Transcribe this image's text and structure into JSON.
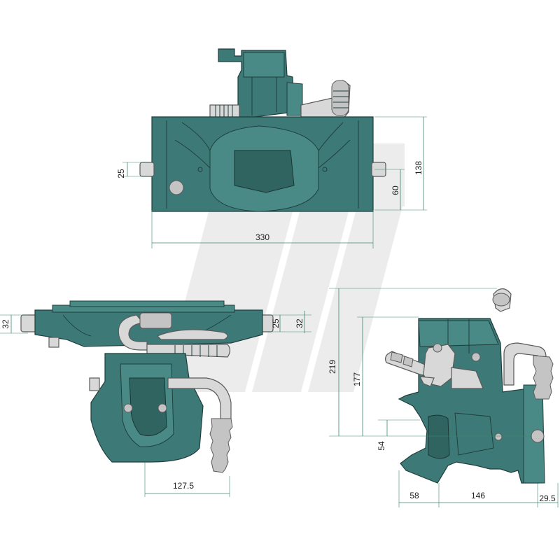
{
  "dimensions": {
    "top_view": {
      "height_from_pin": "25",
      "height_to_center": "60",
      "total_height": "138",
      "total_width": "330"
    },
    "front_view": {
      "left_pin": "32",
      "right_pin_inner": "25",
      "right_pin_outer": "32",
      "offset_width": "127.5"
    },
    "side_view": {
      "total_height": "219",
      "mid_height": "177",
      "low_height": "54",
      "front_depth": "58",
      "body_depth": "146",
      "flange_depth": "29.5"
    }
  },
  "colors": {
    "body": "#3d7a77",
    "outline": "#1f3f3e",
    "dimension_line": "#3a8a6a",
    "light_part": "#d8d8d8"
  }
}
